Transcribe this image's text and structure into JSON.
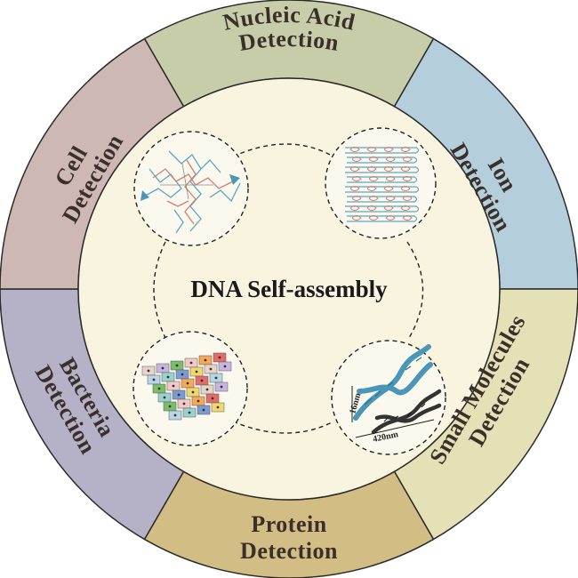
{
  "center": {
    "title": "DNA Self-assembly"
  },
  "segments": [
    {
      "id": "nucleic-acid",
      "lines": [
        "Nucleic Acid",
        "Detection"
      ],
      "color": "#c7cda9"
    },
    {
      "id": "ion",
      "lines": [
        "Ion",
        "Detection"
      ],
      "color": "#b4cfdb"
    },
    {
      "id": "small-molecules",
      "lines": [
        "Small Molecules",
        "Detection"
      ],
      "color": "#e4e1b6"
    },
    {
      "id": "protein",
      "lines": [
        "Protein",
        "Detection"
      ],
      "color": "#d2bd85"
    },
    {
      "id": "bacteria",
      "lines": [
        "Bacteria",
        "Detection"
      ],
      "color": "#b5b1c6"
    },
    {
      "id": "cell",
      "lines": [
        "Cell",
        "Detection"
      ],
      "color": "#cdb8b4"
    }
  ],
  "dna_helix": {
    "width_label": "16nm",
    "length_label": "420nm"
  },
  "colors": {
    "inner_disc": "#f8f4df",
    "outline": "#2b2b2b",
    "helix_blue": "#4a96b8",
    "helix_dark": "#333333"
  },
  "icons": [
    "dna-cross-tile-icon",
    "dna-origami-icon",
    "dna-brick-icon",
    "dna-helix-icon"
  ]
}
